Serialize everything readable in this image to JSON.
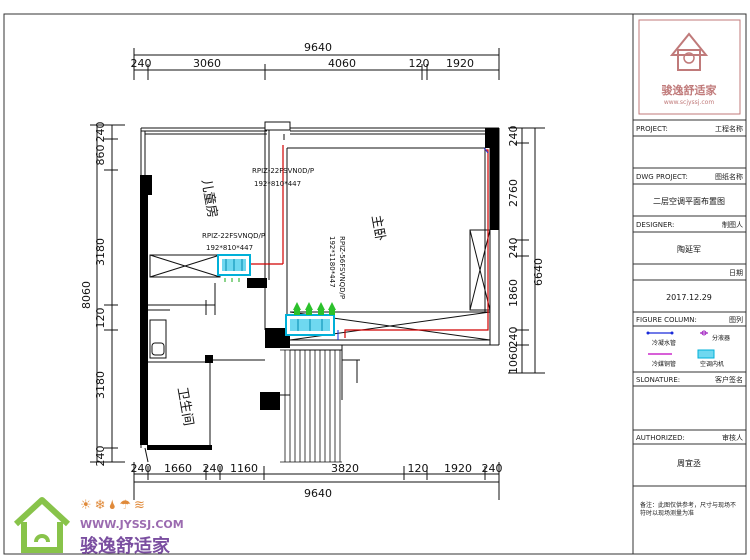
{
  "dimensions": {
    "top_total": "9640",
    "top_segments": [
      "240",
      "3060",
      "4060",
      "120",
      "1920"
    ],
    "bottom_total": "9640",
    "bottom_segments": [
      "240",
      "1660",
      "240",
      "1160",
      "3820",
      "120",
      "1920",
      "240"
    ],
    "left_total": "8060",
    "left_segments": [
      "240",
      "860",
      "3180",
      "120",
      "3180",
      "240"
    ],
    "right_total": "6640",
    "right_segments": [
      "240",
      "2760",
      "240",
      "1860",
      "240",
      "1060"
    ]
  },
  "rooms": {
    "kids_room": "儿童房",
    "master_bedroom": "主卧",
    "bathroom": "卫生间"
  },
  "units": {
    "unit_top": {
      "model": "RPIZ-22FSVN0D/P",
      "size": "192*810*447"
    },
    "unit_kids": {
      "model": "RPIZ-22FSVNQD/P",
      "size": "192*810*447"
    },
    "unit_master": {
      "model": "RPIZ-56FSVNQD/P",
      "size": "192*1180*447"
    }
  },
  "title_block": {
    "logo_brand": "骏逸舒适家",
    "logo_url": "www.scjyssj.com",
    "project_label": "PROJECT:",
    "project_cn": "工程名称",
    "dwg_label": "DWG PROJECT:",
    "dwg_cn": "图纸名称",
    "dwg_value": "二层空调平面布置图",
    "designer_label": "DESIGNER:",
    "designer_cn": "制图人",
    "designer_value": "陶延军",
    "date_cn": "日期",
    "date_value": "2017.12.29",
    "figure_label": "FIGURE COLUMN:",
    "figure_cn": "图列",
    "legend": [
      "冷凝水管",
      "分液器",
      "冷媒铜管",
      "空调内机"
    ],
    "signature_label": "SLONATURE:",
    "signature_cn": "客户签名",
    "authorized_label": "AUTHORIZED:",
    "authorized_cn": "审核人",
    "authorized_value": "周宜丞",
    "note": "备注：此图仅供参考，尺寸与现场不符时以现场测量为准"
  },
  "watermark": {
    "url": "WWW.JYSSJ.COM",
    "brand": "骏逸舒适家"
  }
}
